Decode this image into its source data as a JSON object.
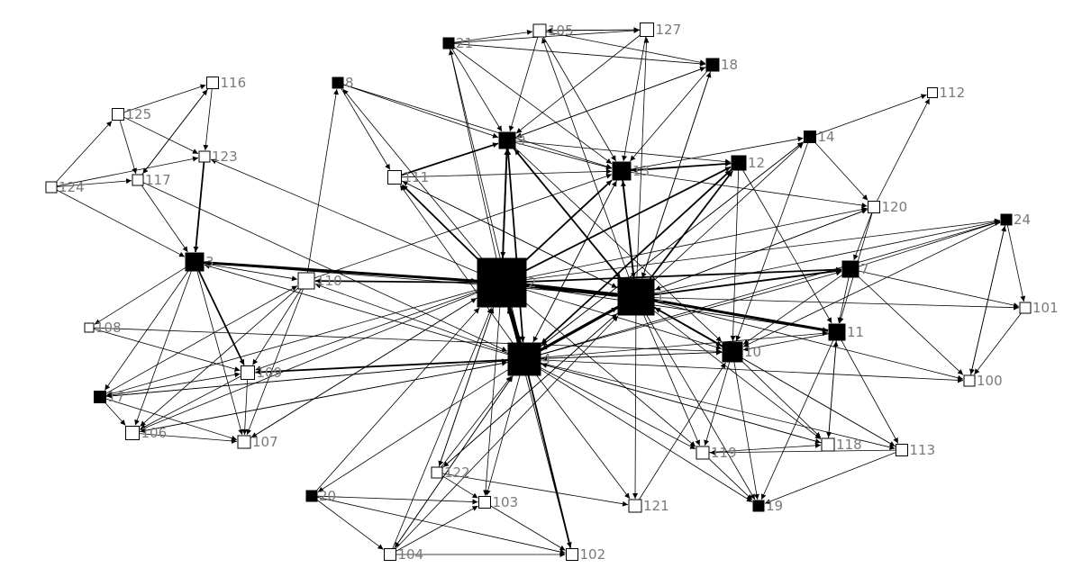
{
  "colors": {
    "filled": "#000000",
    "empty": "#ffffff",
    "stroke": "#000000",
    "label": "#7a7a7a",
    "edge": "#000000"
  },
  "nodes": [
    {
      "id": "1",
      "label": "1",
      "filled": true
    },
    {
      "id": "2",
      "label": "2",
      "filled": true
    },
    {
      "id": "3",
      "label": "3",
      "filled": true
    },
    {
      "id": "4",
      "label": "4",
      "filled": true
    },
    {
      "id": "7",
      "label": "7",
      "filled": true
    },
    {
      "id": "8",
      "label": "8",
      "filled": true
    },
    {
      "id": "9",
      "label": "9",
      "filled": true
    },
    {
      "id": "10",
      "label": "10",
      "filled": true
    },
    {
      "id": "11",
      "label": "11",
      "filled": true
    },
    {
      "id": "12",
      "label": "12",
      "filled": true
    },
    {
      "id": "13",
      "label": "13",
      "filled": true
    },
    {
      "id": "14",
      "label": "14",
      "filled": true
    },
    {
      "id": "17",
      "label": "17",
      "filled": true
    },
    {
      "id": "18",
      "label": "18",
      "filled": true
    },
    {
      "id": "19",
      "label": "19",
      "filled": true
    },
    {
      "id": "20",
      "label": "20",
      "filled": true
    },
    {
      "id": "21",
      "label": "21",
      "filled": true
    },
    {
      "id": "24",
      "label": "24",
      "filled": true
    },
    {
      "id": "100",
      "label": "100",
      "filled": false
    },
    {
      "id": "101",
      "label": "101",
      "filled": false
    },
    {
      "id": "102",
      "label": "102",
      "filled": false
    },
    {
      "id": "103",
      "label": "103",
      "filled": false
    },
    {
      "id": "104",
      "label": "104",
      "filled": false
    },
    {
      "id": "105",
      "label": "105",
      "filled": false
    },
    {
      "id": "106",
      "label": "106",
      "filled": false
    },
    {
      "id": "107",
      "label": "107",
      "filled": false
    },
    {
      "id": "108",
      "label": "108",
      "filled": false
    },
    {
      "id": "109",
      "label": "109",
      "filled": false
    },
    {
      "id": "110",
      "label": "110",
      "filled": false
    },
    {
      "id": "111",
      "label": "111",
      "filled": false
    },
    {
      "id": "112",
      "label": "112",
      "filled": false
    },
    {
      "id": "113",
      "label": "113",
      "filled": false
    },
    {
      "id": "116",
      "label": "116",
      "filled": false
    },
    {
      "id": "117",
      "label": "117",
      "filled": false
    },
    {
      "id": "118",
      "label": "118",
      "filled": false
    },
    {
      "id": "119",
      "label": "119",
      "filled": false
    },
    {
      "id": "120",
      "label": "120",
      "filled": false
    },
    {
      "id": "121",
      "label": "121",
      "filled": false
    },
    {
      "id": "122",
      "label": "122",
      "filled": false
    },
    {
      "id": "123",
      "label": "123",
      "filled": false
    },
    {
      "id": "124",
      "label": "124",
      "filled": false
    },
    {
      "id": "125",
      "label": "125",
      "filled": false
    },
    {
      "id": "127",
      "label": "127",
      "filled": false
    }
  ],
  "edges": [
    [
      "2",
      "1",
      4
    ],
    [
      "1",
      "2",
      3
    ],
    [
      "4",
      "2",
      4
    ],
    [
      "2",
      "4",
      3
    ],
    [
      "1",
      "4",
      3
    ],
    [
      "4",
      "1",
      3
    ],
    [
      "2",
      "3",
      3
    ],
    [
      "3",
      "2",
      2
    ],
    [
      "2",
      "110",
      2
    ],
    [
      "2",
      "9",
      2
    ],
    [
      "9",
      "2",
      2
    ],
    [
      "2",
      "13",
      2
    ],
    [
      "2",
      "12",
      2
    ],
    [
      "2",
      "7",
      2
    ],
    [
      "2",
      "111",
      2
    ],
    [
      "2",
      "17",
      1
    ],
    [
      "2",
      "106",
      1
    ],
    [
      "2",
      "107",
      1
    ],
    [
      "2",
      "122",
      1
    ],
    [
      "2",
      "103",
      1
    ],
    [
      "2",
      "21",
      1
    ],
    [
      "2",
      "119",
      1
    ],
    [
      "2",
      "10",
      1
    ],
    [
      "2",
      "24",
      1
    ],
    [
      "2",
      "120",
      1
    ],
    [
      "2",
      "8",
      1
    ],
    [
      "2",
      "109",
      1
    ],
    [
      "2",
      "11",
      1
    ],
    [
      "2",
      "123",
      1
    ],
    [
      "1",
      "11",
      3
    ],
    [
      "1",
      "12",
      2
    ],
    [
      "1",
      "7",
      2
    ],
    [
      "1",
      "13",
      2
    ],
    [
      "1",
      "10",
      2
    ],
    [
      "1",
      "101",
      1
    ],
    [
      "1",
      "24",
      1
    ],
    [
      "1",
      "14",
      1
    ],
    [
      "1",
      "118",
      1
    ],
    [
      "1",
      "113",
      1
    ],
    [
      "1",
      "119",
      1
    ],
    [
      "1",
      "121",
      1
    ],
    [
      "1",
      "19",
      1
    ],
    [
      "1",
      "9",
      1
    ],
    [
      "1",
      "111",
      1
    ],
    [
      "1",
      "3",
      1
    ],
    [
      "1",
      "127",
      1
    ],
    [
      "1",
      "120",
      1
    ],
    [
      "1",
      "100",
      1
    ],
    [
      "1",
      "18",
      1
    ],
    [
      "1",
      "105",
      1
    ],
    [
      "1",
      "122",
      1
    ],
    [
      "4",
      "109",
      2
    ],
    [
      "4",
      "102",
      2
    ],
    [
      "4",
      "104",
      1
    ],
    [
      "4",
      "103",
      1
    ],
    [
      "4",
      "20",
      1
    ],
    [
      "4",
      "121",
      1
    ],
    [
      "4",
      "119",
      1
    ],
    [
      "4",
      "118",
      1
    ],
    [
      "4",
      "113",
      1
    ],
    [
      "4",
      "19",
      1
    ],
    [
      "4",
      "10",
      1
    ],
    [
      "4",
      "11",
      1
    ],
    [
      "4",
      "7",
      1
    ],
    [
      "4",
      "12",
      1
    ],
    [
      "4",
      "13",
      1
    ],
    [
      "4",
      "9",
      1
    ],
    [
      "4",
      "17",
      1
    ],
    [
      "4",
      "106",
      1
    ],
    [
      "4",
      "110",
      1
    ],
    [
      "4",
      "100",
      1
    ],
    [
      "4",
      "14",
      1
    ],
    [
      "4",
      "24",
      1
    ],
    [
      "4",
      "111",
      1
    ],
    [
      "4",
      "3",
      1
    ],
    [
      "3",
      "109",
      2
    ],
    [
      "3",
      "17",
      1
    ],
    [
      "3",
      "106",
      1
    ],
    [
      "3",
      "107",
      1
    ],
    [
      "3",
      "110",
      1
    ],
    [
      "3",
      "108",
      1
    ],
    [
      "123",
      "3",
      2
    ],
    [
      "116",
      "123",
      1
    ],
    [
      "125",
      "123",
      1
    ],
    [
      "124",
      "123",
      1
    ],
    [
      "124",
      "3",
      1
    ],
    [
      "117",
      "3",
      1
    ],
    [
      "125",
      "117",
      1
    ],
    [
      "117",
      "116",
      1
    ],
    [
      "124",
      "125",
      1
    ],
    [
      "124",
      "117",
      1
    ],
    [
      "125",
      "116",
      1
    ],
    [
      "117",
      "4",
      1
    ],
    [
      "116",
      "117",
      1
    ],
    [
      "109",
      "107",
      1
    ],
    [
      "109",
      "106",
      1
    ],
    [
      "17",
      "109",
      1
    ],
    [
      "106",
      "107",
      1
    ],
    [
      "17",
      "107",
      1
    ],
    [
      "17",
      "106",
      1
    ],
    [
      "108",
      "109",
      1
    ],
    [
      "17",
      "110",
      1
    ],
    [
      "110",
      "107",
      1
    ],
    [
      "110",
      "106",
      1
    ],
    [
      "110",
      "109",
      1
    ],
    [
      "110",
      "8",
      1
    ],
    [
      "110",
      "13",
      1
    ],
    [
      "108",
      "10",
      1
    ],
    [
      "17",
      "4",
      1
    ],
    [
      "8",
      "111",
      1
    ],
    [
      "8",
      "9",
      1
    ],
    [
      "8",
      "13",
      1
    ],
    [
      "111",
      "9",
      2
    ],
    [
      "111",
      "13",
      1
    ],
    [
      "111",
      "1",
      1
    ],
    [
      "21",
      "105",
      1
    ],
    [
      "21",
      "127",
      1
    ],
    [
      "21",
      "18",
      1
    ],
    [
      "21",
      "9",
      1
    ],
    [
      "21",
      "13",
      1
    ],
    [
      "21",
      "4",
      1
    ],
    [
      "105",
      "127",
      1
    ],
    [
      "105",
      "18",
      1
    ],
    [
      "105",
      "9",
      1
    ],
    [
      "105",
      "13",
      1
    ],
    [
      "127",
      "9",
      1
    ],
    [
      "127",
      "13",
      1
    ],
    [
      "18",
      "9",
      1
    ],
    [
      "18",
      "13",
      1
    ],
    [
      "127",
      "105",
      1
    ],
    [
      "9",
      "18",
      1
    ],
    [
      "9",
      "13",
      1
    ],
    [
      "9",
      "12",
      1
    ],
    [
      "9",
      "10",
      1
    ],
    [
      "9",
      "1",
      2
    ],
    [
      "9",
      "4",
      2
    ],
    [
      "13",
      "12",
      2
    ],
    [
      "13",
      "14",
      1
    ],
    [
      "13",
      "4",
      1
    ],
    [
      "13",
      "1",
      2
    ],
    [
      "13",
      "120",
      1
    ],
    [
      "12",
      "4",
      2
    ],
    [
      "12",
      "11",
      1
    ],
    [
      "12",
      "10",
      1
    ],
    [
      "12",
      "13",
      1
    ],
    [
      "14",
      "112",
      1
    ],
    [
      "14",
      "120",
      1
    ],
    [
      "14",
      "4",
      1
    ],
    [
      "14",
      "10",
      1
    ],
    [
      "120",
      "112",
      1
    ],
    [
      "120",
      "7",
      1
    ],
    [
      "120",
      "11",
      1
    ],
    [
      "120",
      "1",
      1
    ],
    [
      "7",
      "101",
      1
    ],
    [
      "7",
      "11",
      1
    ],
    [
      "7",
      "24",
      1
    ],
    [
      "7",
      "10",
      1
    ],
    [
      "7",
      "100",
      1
    ],
    [
      "24",
      "101",
      1
    ],
    [
      "24",
      "100",
      1
    ],
    [
      "24",
      "10",
      1
    ],
    [
      "101",
      "100",
      1
    ],
    [
      "100",
      "24",
      1
    ],
    [
      "11",
      "19",
      1
    ],
    [
      "11",
      "118",
      1
    ],
    [
      "11",
      "113",
      1
    ],
    [
      "11",
      "10",
      1
    ],
    [
      "10",
      "118",
      1
    ],
    [
      "10",
      "119",
      1
    ],
    [
      "10",
      "19",
      1
    ],
    [
      "10",
      "4",
      1
    ],
    [
      "10",
      "1",
      2
    ],
    [
      "118",
      "11",
      1
    ],
    [
      "113",
      "119",
      1
    ],
    [
      "119",
      "118",
      1
    ],
    [
      "119",
      "19",
      1
    ],
    [
      "113",
      "19",
      1
    ],
    [
      "113",
      "1",
      1
    ],
    [
      "118",
      "4",
      1
    ],
    [
      "18",
      "1",
      1
    ],
    [
      "20",
      "103",
      1
    ],
    [
      "20",
      "104",
      1
    ],
    [
      "20",
      "102",
      1
    ],
    [
      "104",
      "103",
      1
    ],
    [
      "104",
      "102",
      1
    ],
    [
      "103",
      "102",
      1
    ],
    [
      "104",
      "2",
      1
    ],
    [
      "104",
      "4",
      1
    ],
    [
      "104",
      "1",
      1
    ],
    [
      "102",
      "2",
      1
    ],
    [
      "122",
      "121",
      1
    ],
    [
      "122",
      "4",
      1
    ],
    [
      "122",
      "2",
      1
    ],
    [
      "122",
      "1",
      1
    ],
    [
      "122",
      "103",
      1
    ],
    [
      "121",
      "10",
      1
    ],
    [
      "20",
      "2",
      1
    ],
    [
      "107",
      "2",
      1
    ],
    [
      "106",
      "4",
      1
    ]
  ]
}
